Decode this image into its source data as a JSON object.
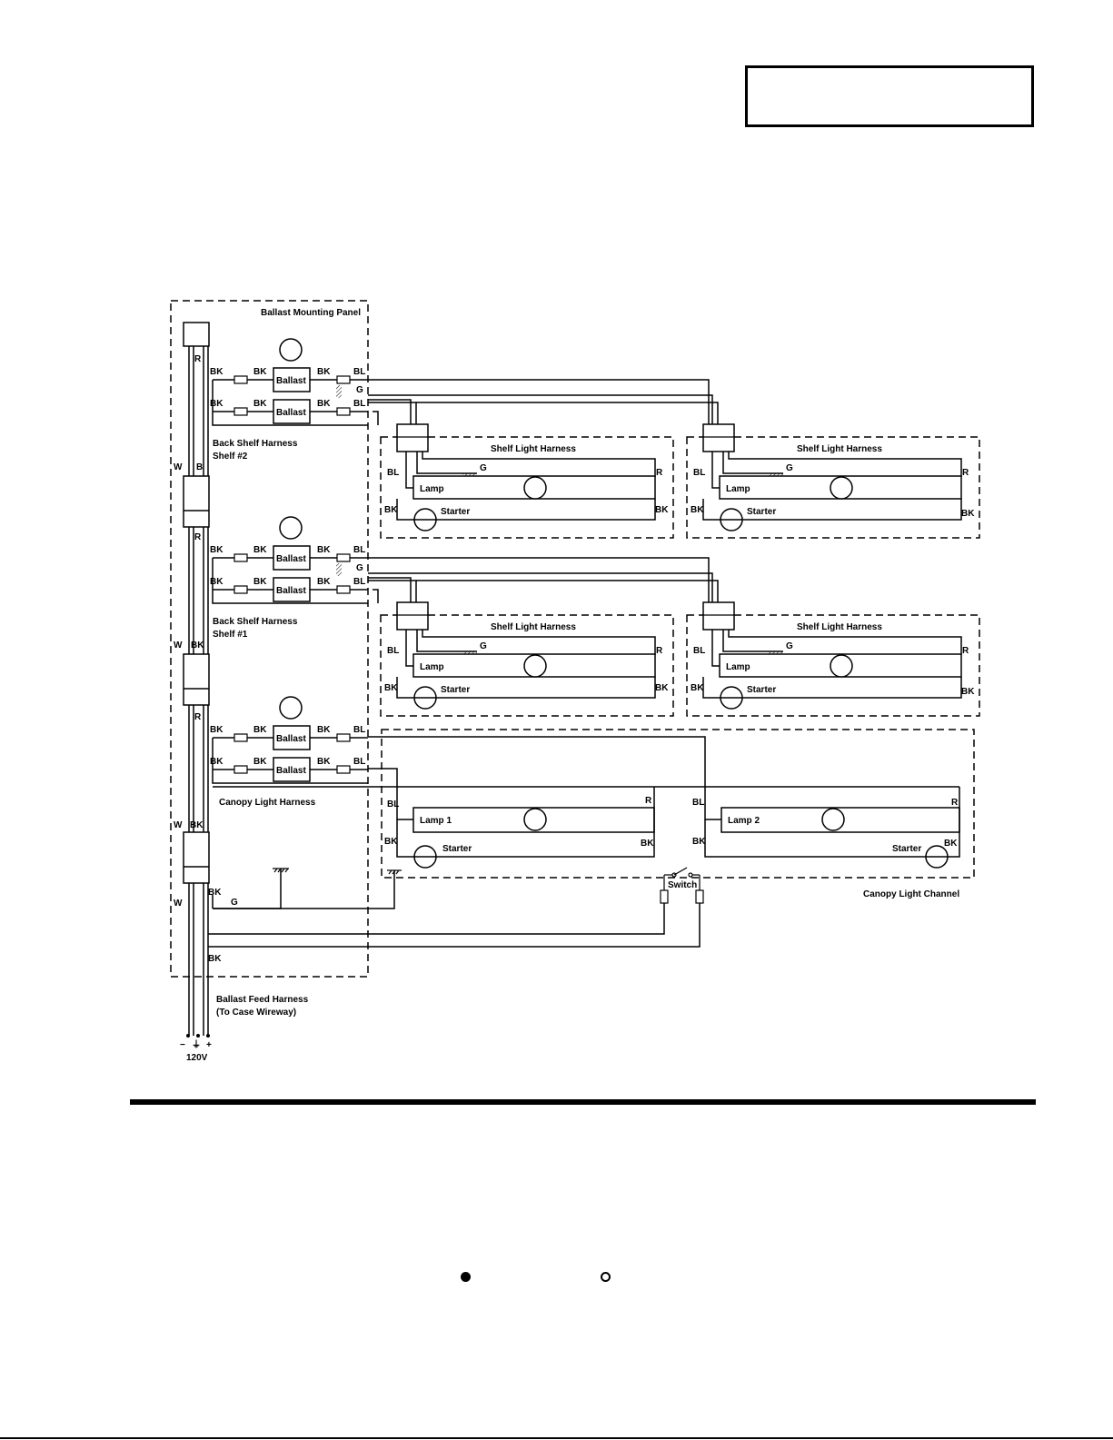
{
  "panel": {
    "title": "Ballast Mounting Panel",
    "feed_title_1": "Ballast Feed Harness",
    "feed_title_2": "(To Case Wireway)",
    "voltage": "120V",
    "minus": "−",
    "ground_sym": "⏚",
    "plus": "+"
  },
  "back_shelf": [
    {
      "title_1": "Back Shelf Harness",
      "title_2": "Shelf #2",
      "vertical_left": "W",
      "vertical_right": "B"
    },
    {
      "title_1": "Back Shelf Harness",
      "title_2": "Shelf #1",
      "vertical_left": "W",
      "vertical_right": "BK"
    }
  ],
  "canopy_harness": {
    "title": "Canopy Light Harness",
    "vertical_left": "W",
    "vertical_right": "BK"
  },
  "feed_vertical_left": "W",
  "ballast": {
    "label": "Ballast"
  },
  "wires": {
    "R": "R",
    "BK": "BK",
    "BL": "BL",
    "G": "G",
    "W": "W"
  },
  "shelf_harness": {
    "title": "Shelf Light Harness",
    "lamp": "Lamp",
    "starter": "Starter"
  },
  "canopy_channel": {
    "title": "Canopy Light Channel",
    "lamp_1": "Lamp 1",
    "lamp_2": "Lamp 2",
    "starter": "Starter",
    "switch": "Switch"
  },
  "colors": {
    "ink": "#000000",
    "paper": "#ffffff"
  }
}
